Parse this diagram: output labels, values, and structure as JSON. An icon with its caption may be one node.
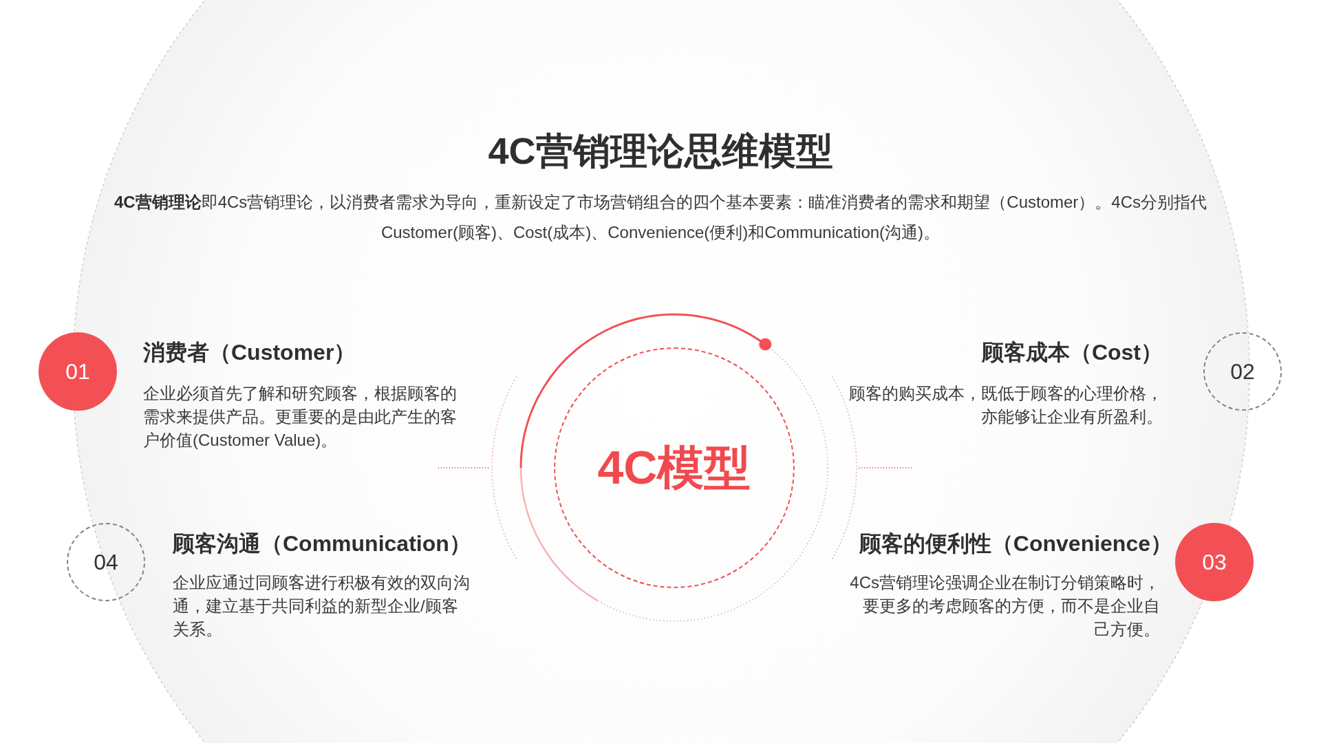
{
  "diagram": {
    "title": "4C营销理论思维模型",
    "nodes": [
      {
        "text": [
          "01"
        ],
        "beside": [
          "消费者（Customer）",
          "企业必须首先了解和研究顾客，根据顾客的需求来提供产品。更重要的是由此产生的客户价值(Customer Value)。"
        ]
      },
      {
        "text": [
          "02"
        ],
        "beside": [
          "顾客成本（Cost）",
          "顾客的购买成本，既低于顾客的心理价格，亦能够让企业有所盈利。"
        ]
      },
      {
        "text": [
          "4C模型"
        ]
      },
      {
        "text": [
          "04"
        ],
        "beside": [
          "顾客沟通（Communication）",
          "企业应通过同顾客进行积极有效的双向沟通，建立基于共同利益的新型企业/顾客关系。"
        ]
      },
      {
        "text": [
          "03"
        ],
        "beside": [
          "顾客的便利性（Convenience）",
          "4Cs营销理论强调企业在制订分销策略时，要更多的考虑顾客的方便，而不是企业自己方便。"
        ]
      }
    ],
    "labels": [
      "**4C营销理论**即4Cs营销理论，以消费者需求为导向，重新设定了市场营销组合的四个基本要素：瞄准消费者的需求和期望（Customer）。4Cs分别指代Customer(顾客)、Cost(成本)、Convenience(便利)和Communication(沟通)。"
    ]
  }
}
